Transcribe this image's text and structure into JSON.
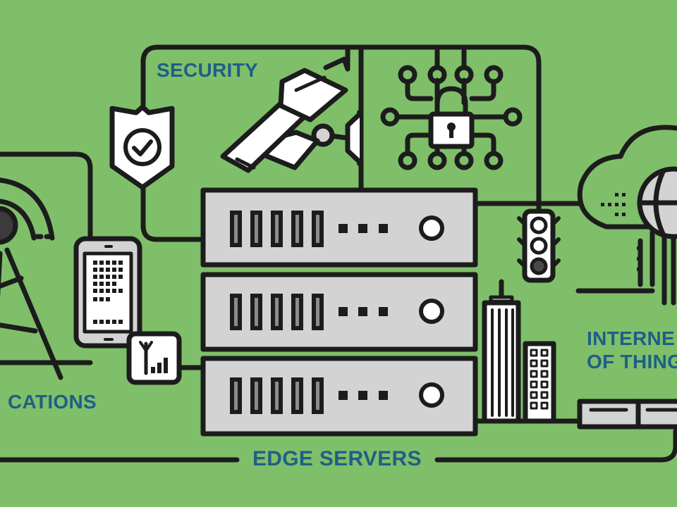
{
  "labels": {
    "security": "SECURITY",
    "communications": "CATIONS",
    "edge_servers": "EDGE SERVERS",
    "iot_line1": "INTERNE",
    "iot_line2": "OF THING"
  },
  "colors": {
    "background": "#7fbf6a",
    "line": "#1c1c1c",
    "server_fill": "#d3d3d3",
    "icon_fill": "#ffffff",
    "label_text": "#1f5f86"
  },
  "icons": {
    "security_shield": "shield-check-icon",
    "camera": "security-camera-icon",
    "circuit_lock": "circuit-lock-icon",
    "cell_tower": "cell-tower-icon",
    "phone": "smartphone-icon",
    "signal": "signal-strength-icon",
    "traffic_light": "traffic-light-icon",
    "cloud": "cloud-icon",
    "globe": "globe-icon",
    "buildings": "city-buildings-icon"
  },
  "server_rack": {
    "unit_count": 3
  }
}
